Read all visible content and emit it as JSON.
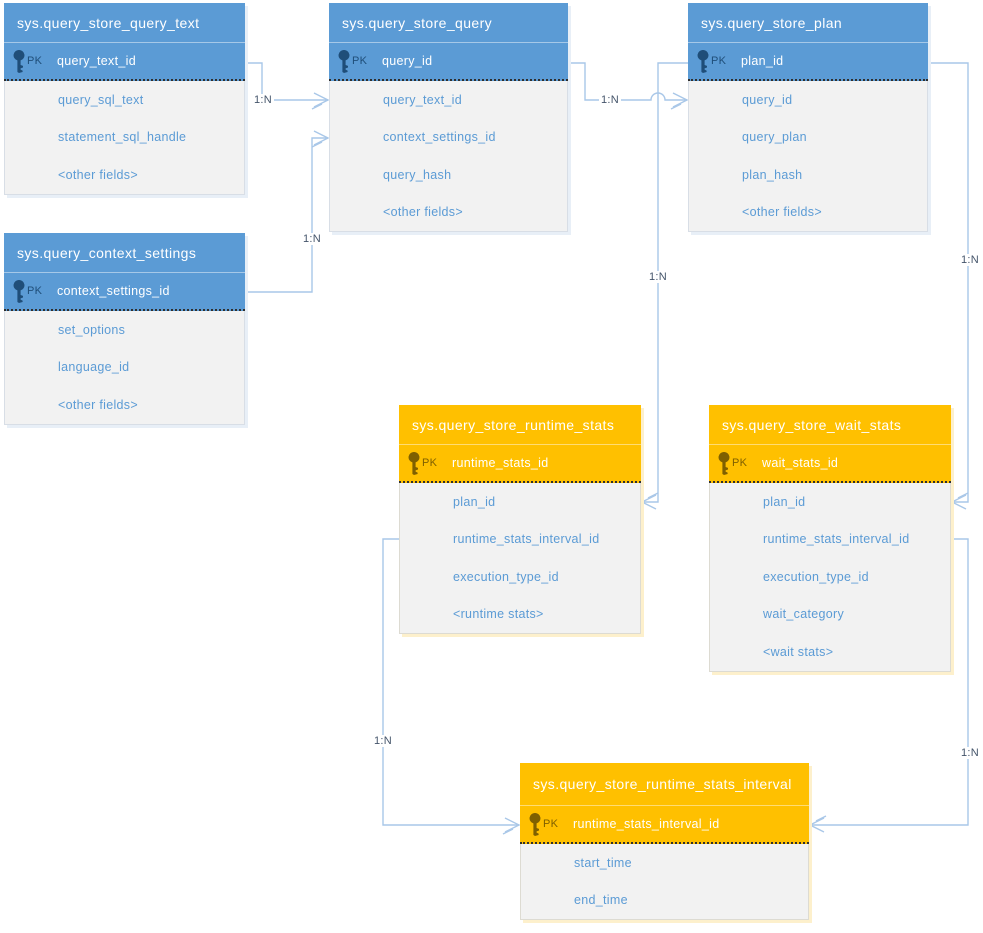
{
  "colors": {
    "blue_header": "#5B9BD5",
    "orange_header": "#FFC000",
    "body_background": "#F2F2F2",
    "field_text": "#5B9BD5",
    "pk_text_blue": "#1F4E79",
    "pk_text_orange": "#7F6000",
    "connector_line": "#A9C7E8",
    "connector_label_text": "#44546A"
  },
  "entities": [
    {
      "title": "sys.query_store_query_text",
      "theme": "blue",
      "pk": {
        "badge": "PK",
        "field": "query_text_id",
        "icon": "key-icon"
      },
      "fields": [
        "query_sql_text",
        "statement_sql_handle",
        "<other fields>"
      ]
    },
    {
      "title": "sys.query_store_query",
      "theme": "blue",
      "pk": {
        "badge": "PK",
        "field": "query_id",
        "icon": "key-icon"
      },
      "fields": [
        "query_text_id",
        "context_settings_id",
        "query_hash",
        "<other fields>"
      ]
    },
    {
      "title": "sys.query_store_plan",
      "theme": "blue",
      "pk": {
        "badge": "PK",
        "field": "plan_id",
        "icon": "key-icon"
      },
      "fields": [
        "query_id",
        "query_plan",
        "plan_hash",
        "<other fields>"
      ]
    },
    {
      "title": "sys.query_context_settings",
      "theme": "blue",
      "pk": {
        "badge": "PK",
        "field": "context_settings_id",
        "icon": "key-icon"
      },
      "fields": [
        "set_options",
        "language_id",
        "<other fields>"
      ]
    },
    {
      "title": "sys.query_store_runtime_stats",
      "theme": "orange",
      "pk": {
        "badge": "PK",
        "field": "runtime_stats_id",
        "icon": "key-icon"
      },
      "fields": [
        "plan_id",
        "runtime_stats_interval_id",
        "execution_type_id",
        "<runtime stats>"
      ]
    },
    {
      "title": "sys.query_store_wait_stats",
      "theme": "orange",
      "pk": {
        "badge": "PK",
        "field": "wait_stats_id",
        "icon": "key-icon"
      },
      "fields": [
        "plan_id",
        "runtime_stats_interval_id",
        "execution_type_id",
        "wait_category",
        "<wait stats>"
      ]
    },
    {
      "title": "sys.query_store_runtime_stats_interval",
      "theme": "orange",
      "pk": {
        "badge": "PK",
        "field": "runtime_stats_interval_id",
        "icon": "key-icon"
      },
      "fields": [
        "start_time",
        "end_time"
      ]
    }
  ],
  "connectors": [
    {
      "label": "1:N",
      "from": "sys.query_store_query_text.query_text_id",
      "to": "sys.query_store_query.query_text_id"
    },
    {
      "label": "1:N",
      "from": "sys.query_context_settings.context_settings_id",
      "to": "sys.query_store_query.context_settings_id"
    },
    {
      "label": "1:N",
      "from": "sys.query_store_query.query_id",
      "to": "sys.query_store_plan.query_id"
    },
    {
      "label": "1:N",
      "from": "sys.query_store_plan.plan_id",
      "to": "sys.query_store_runtime_stats.plan_id"
    },
    {
      "label": "1:N",
      "from": "sys.query_store_plan.plan_id",
      "to": "sys.query_store_wait_stats.plan_id"
    },
    {
      "label": "1:N",
      "from": "sys.query_store_wait_stats.runtime_stats_interval_id",
      "to": "sys.query_store_runtime_stats_interval.runtime_stats_interval_id"
    },
    {
      "label": "1:N",
      "from": "sys.query_store_runtime_stats.runtime_stats_interval_id",
      "to": "sys.query_store_runtime_stats_interval.runtime_stats_interval_id"
    }
  ]
}
